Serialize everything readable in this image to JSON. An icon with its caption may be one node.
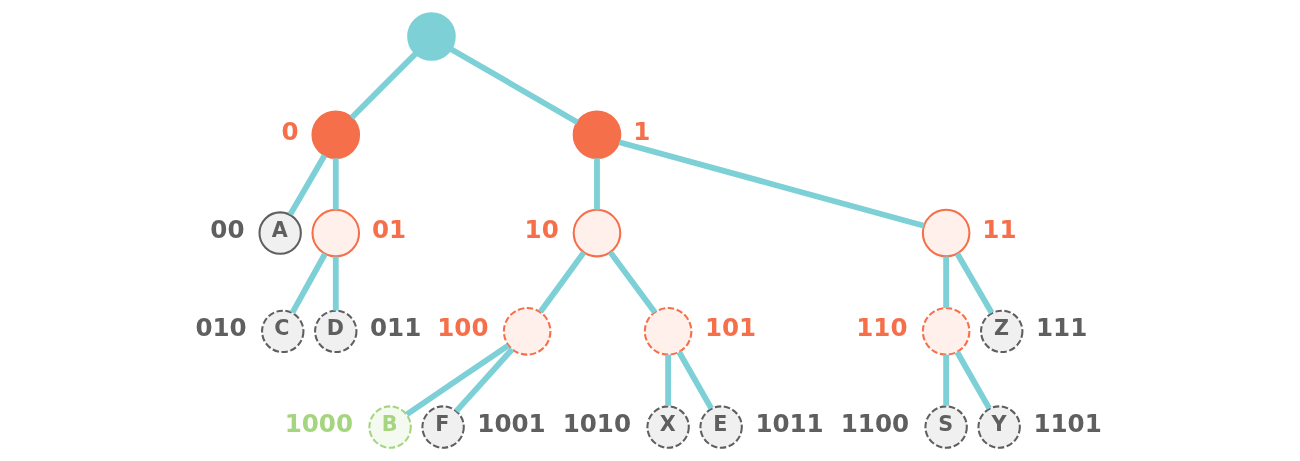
{
  "diagram": {
    "nodes": [
      {
        "text": [],
        "shape": "circle"
      },
      {
        "text": [],
        "shape": "circle",
        "beside": [
          "0"
        ]
      },
      {
        "text": [],
        "shape": "circle",
        "beside": [
          "1"
        ]
      },
      {
        "text": [
          "A"
        ],
        "beside": [
          "00"
        ]
      },
      {
        "text": [],
        "shape": "circle",
        "beside": [
          "01"
        ]
      },
      {
        "text": [],
        "shape": "circle",
        "beside": [
          "10"
        ]
      },
      {
        "text": [],
        "shape": "circle",
        "beside": [
          "11"
        ]
      },
      {
        "text": [
          "C"
        ],
        "beside": [
          "010"
        ]
      },
      {
        "text": [
          "D"
        ],
        "beside": [
          "011"
        ]
      },
      {
        "text": [],
        "shape": "circle",
        "beside": [
          "100"
        ]
      },
      {
        "text": [],
        "shape": "circle",
        "beside": [
          "101"
        ]
      },
      {
        "text": [],
        "shape": "circle",
        "beside": [
          "110"
        ]
      },
      {
        "text": [
          "Z"
        ],
        "beside": [
          "111"
        ]
      },
      {
        "text": [
          "B"
        ],
        "beside": [
          "1000"
        ]
      },
      {
        "text": [
          "F"
        ],
        "beside": [
          "1001"
        ]
      },
      {
        "text": [
          "X"
        ],
        "beside": [
          "1010"
        ]
      },
      {
        "text": [
          "E"
        ],
        "beside": [
          "1011"
        ]
      },
      {
        "text": [
          "S"
        ],
        "beside": [
          "1100"
        ]
      },
      {
        "text": [
          "Y"
        ],
        "beside": [
          "1101"
        ]
      }
    ],
    "edges": [
      {
        "from": 0,
        "to": 1,
        "arrow": "none"
      },
      {
        "from": 0,
        "to": 2,
        "arrow": "none"
      },
      {
        "from": 1,
        "to": 3,
        "arrow": "none"
      },
      {
        "from": 1,
        "to": 4,
        "arrow": "none"
      },
      {
        "from": 2,
        "to": 5,
        "arrow": "none"
      },
      {
        "from": 2,
        "to": 6,
        "arrow": "none"
      },
      {
        "from": 4,
        "to": 7,
        "arrow": "none"
      },
      {
        "from": 4,
        "to": 8,
        "arrow": "none"
      },
      {
        "from": 5,
        "to": 9,
        "arrow": "none"
      },
      {
        "from": 5,
        "to": 10,
        "arrow": "none"
      },
      {
        "from": 6,
        "to": 11,
        "arrow": "none"
      },
      {
        "from": 6,
        "to": 12,
        "arrow": "none"
      },
      {
        "from": 9,
        "to": 13,
        "arrow": "none"
      },
      {
        "from": 9,
        "to": 14,
        "arrow": "none"
      },
      {
        "from": 10,
        "to": 15,
        "arrow": "none"
      },
      {
        "from": 10,
        "to": 16,
        "arrow": "none"
      },
      {
        "from": 11,
        "to": 17,
        "arrow": "none"
      },
      {
        "from": 11,
        "to": 18,
        "arrow": "none"
      }
    ]
  }
}
